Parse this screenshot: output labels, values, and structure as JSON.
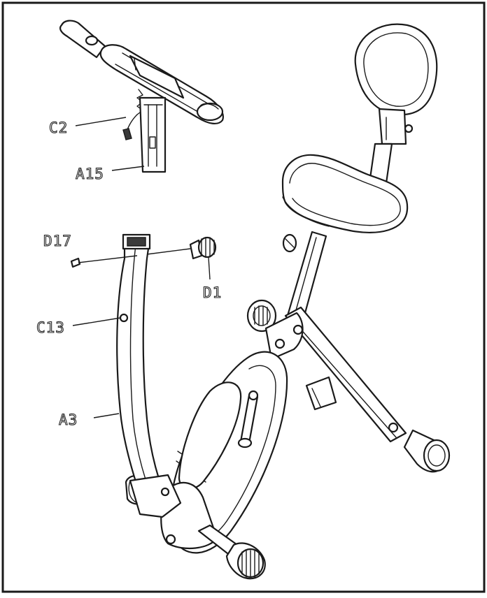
{
  "labels": {
    "c2": "C2",
    "a15": "A15",
    "d17": "D17",
    "d1": "D1",
    "c13": "C13",
    "a3": "A3"
  },
  "icons": {
    "handlebar": "handlebar-assembly-icon",
    "bike": "folding-exercise-bike-icon"
  }
}
